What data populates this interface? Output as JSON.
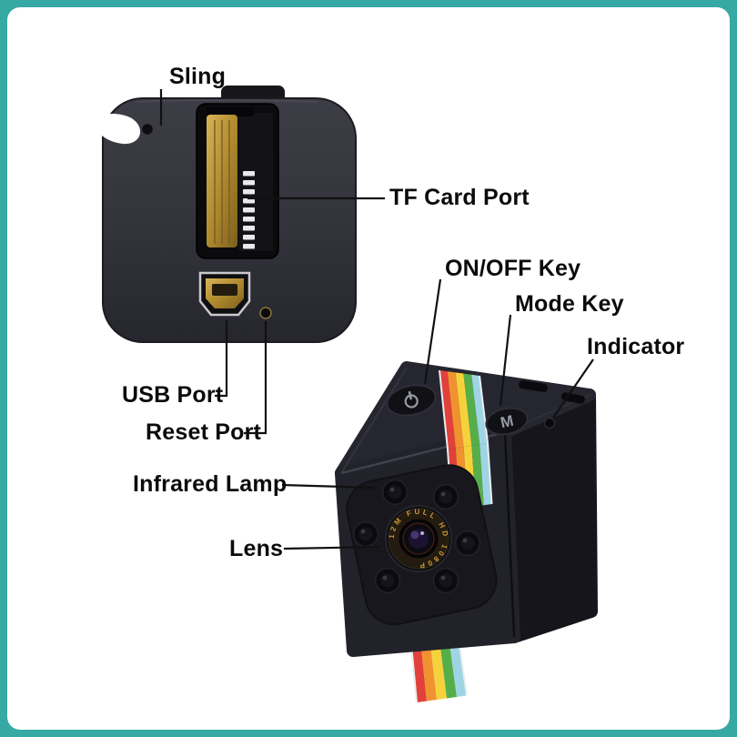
{
  "colors": {
    "frame_teal": "#36a9a5",
    "strap_red": "#e2403a",
    "strap_orange": "#f0922f",
    "strap_yellow": "#f5d23c",
    "strap_green": "#56ae4a",
    "strap_blue": "#9fd4e4",
    "body_dark": "#2b2b33",
    "gold": "#c09a3e"
  },
  "labels": {
    "sling": "Sling",
    "tf_card_port": "TF Card Port",
    "on_off_key": "ON/OFF Key",
    "mode_key": "Mode Key",
    "indicator": "Indicator",
    "usb_port": "USB Port",
    "reset_port": "Reset Port",
    "infrared_lamp": "Infrared Lamp",
    "lens": "Lens"
  },
  "front": {
    "mode_button_glyph": "M",
    "lens_ring_text": "12M FULL HD 1080P"
  }
}
